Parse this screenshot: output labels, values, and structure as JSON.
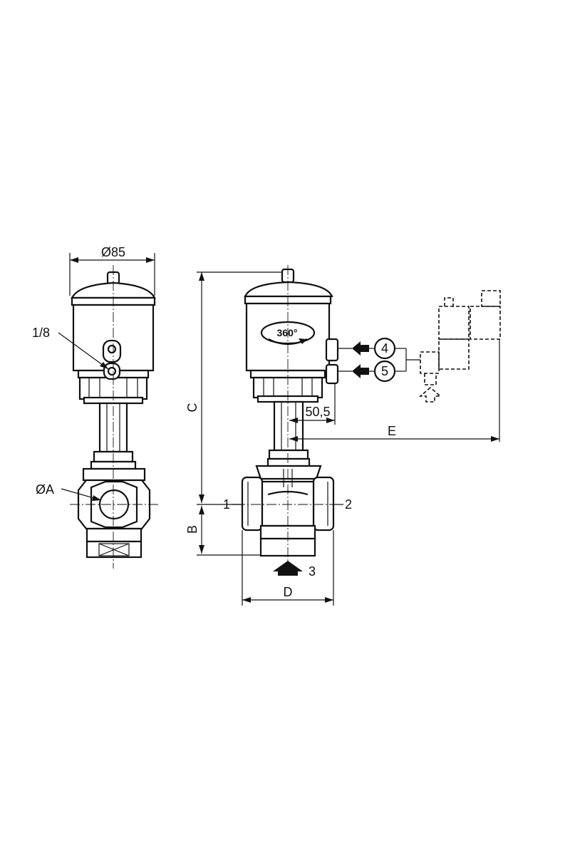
{
  "drawing": {
    "colors": {
      "line": "#111111",
      "background": "#ffffff"
    },
    "dimensions": {
      "top_diameter": "Ø85",
      "port_diameter": "ØA",
      "pilot_port": "1/8",
      "height": "C",
      "base_height": "B",
      "body_width": "D",
      "actuator_offset": "50,5",
      "solenoid_distance": "E"
    },
    "rotation_badge": "360°",
    "ports": {
      "inlet_left": "1",
      "outlet_right": "2",
      "bottom": "3",
      "control_a": "4",
      "control_b": "5"
    }
  }
}
